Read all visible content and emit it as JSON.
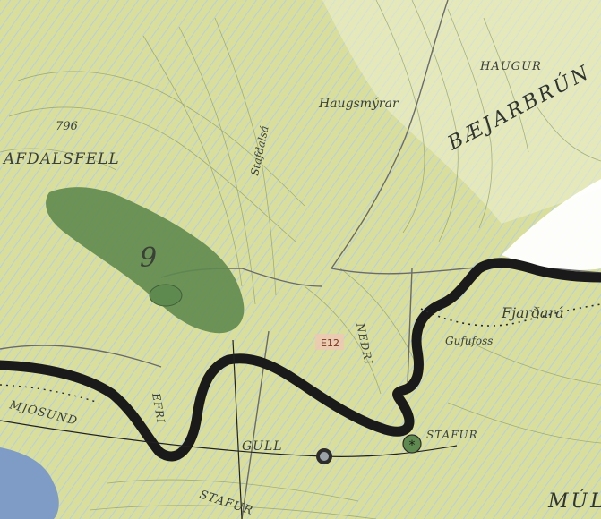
{
  "map": {
    "labels": {
      "elevation": "796",
      "stafdalsfell": "AFDALSFELL",
      "stafdalsa": "Stafdalsá",
      "haugsmyrar": "Haugsmýrar",
      "haugur": "HAUGUR",
      "baejarbrun": "BÆJARBRÚN",
      "site_number": "9",
      "road_code": "E12",
      "nedri": "NEÐRI",
      "fjardara": "Fjarðará",
      "gufufoss": "Gufufoss",
      "efri": "EFRI",
      "mjosund": "MJÓSUND",
      "gull": "GULL",
      "stafur_east": "STAFUR",
      "stafur_south": "STAFUR",
      "muli": "MÚL"
    },
    "colors": {
      "land": "#d9df9b",
      "hatch": "#b7cfe0",
      "mountain": "#eef0d2",
      "forest_polygon": "#5f8a4f",
      "road": "#1a1a1a",
      "water": "#7f9cc6",
      "snow": "#ffffff"
    }
  }
}
